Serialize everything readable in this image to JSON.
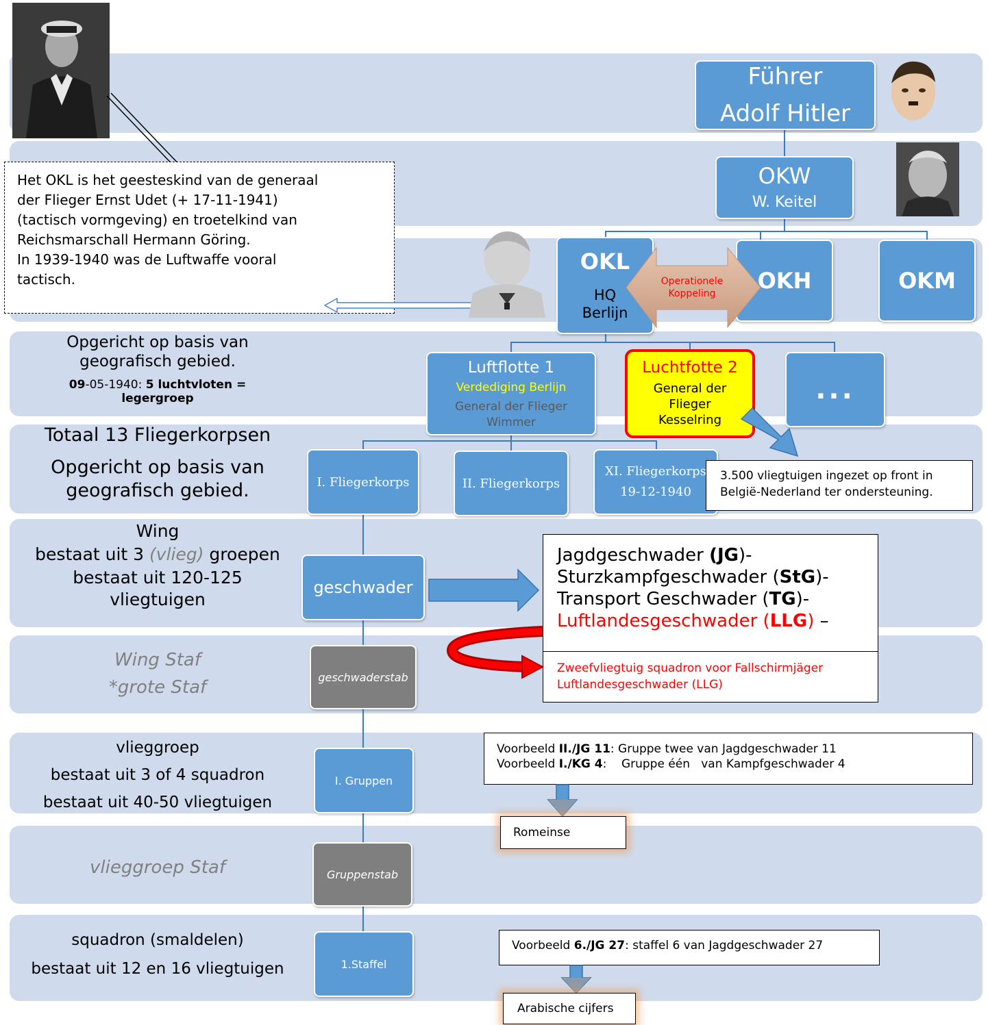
{
  "top": {
    "fuhrer_title": "Führer",
    "fuhrer_name": "Adolf Hitler",
    "okw_title": "OKW",
    "okw_name": "W. Keitel"
  },
  "commands": {
    "okl_title": "OKL",
    "okl_hq": "HQ",
    "okl_city": "Berlijn",
    "okh": "OKH",
    "okm": "OKM",
    "coupling_line1": "Operationele",
    "coupling_line2": "Koppeling"
  },
  "note": {
    "lines": [
      "Het OKL is het geesteskind van de  generaal",
      "der Flieger Ernst Udet (+ 17-11-1941)",
      "(tactisch vormgeving) en troetelkind van",
      "Reichsmarschall Hermann Göring.",
      "In 1939-1940 was de Luftwaffe vooral",
      "tactisch."
    ]
  },
  "left_labels": {
    "luftflotte_line1": "Opgericht op basis van",
    "luftflotte_line2": "geografisch gebied.",
    "luftflotte_date_bold": "09",
    "luftflotte_date_rest": "-05-1940: ",
    "luftflotte_count": "5 luchtvloten =",
    "luftflotte_group": "legergroep",
    "korps_total": "Totaal 13 Fliegerkorpsen",
    "korps_line1": "Opgericht op basis van",
    "korps_line2": "geografisch gebied.",
    "wing": "Wing",
    "wing_groups_a": "bestaat uit 3 ",
    "wing_groups_italic": "(vlieg)",
    "wing_groups_b": " groepen",
    "wing_planes_1": "bestaat uit 120-125",
    "wing_planes_2": "vliegtuigen",
    "wing_staf": "Wing Staf",
    "grote_staf": "*grote Staf",
    "vlieggroep": "vlieggroep",
    "vlieggroep_squadrons": "bestaat uit  3 of 4 squadron",
    "vlieggroep_planes": "bestaat uit 40-50 vliegtuigen",
    "vlieggroep_staf": "vlieggroep Staf",
    "squadron": "squadron (smaldelen)",
    "squadron_planes": "bestaat uit 12 en 16 vliegtuigen"
  },
  "fleets": {
    "lf1_title": "Luftflotte 1",
    "lf1_task": "Verdediging Berlijn",
    "lf1_general": "General der Flieger",
    "lf1_name": "Wimmer",
    "lf2_title": "Luchtfotte 2",
    "lf2_line1": "General der",
    "lf2_line2": "Flieger",
    "lf2_line3": "Kesselring",
    "more": "..."
  },
  "korps": {
    "k1": "I. Fliegerkorps",
    "k2": "II. Fliegerkorps",
    "k3": "XI. Fliegerkorps",
    "k3_date": "19-12-1940"
  },
  "deployed": {
    "line1": "3.500 vliegtuigen ingezet op front in",
    "line2": "België-Nederland ter ondersteuning."
  },
  "units": {
    "geschwader": "geschwader",
    "geschwaderstab": "geschwaderstab",
    "gruppen": "I. Gruppen",
    "gruppenstab": "Gruppenstab",
    "staffel": "1.Staffel"
  },
  "types": {
    "jg_a": "Jagdgeschwader ",
    "jg_b": "(JG",
    "jg_c": ")-",
    "stg_a": "Sturzkampfgeschwader (",
    "stg_b": "StG",
    "stg_c": ")-",
    "tg_a": "Transport Geschwader (",
    "tg_b": "TG",
    "tg_c": ")-",
    "llg_a": "Luftlandesgeschwader (",
    "llg_b": "LLG",
    "llg_c": ") ",
    "llg_d": "–",
    "glider_line1": "Zweefvliegtuig squadron voor Fallschirmjäger",
    "glider_line2": "Luftlandesgeschwader (LLG)"
  },
  "examples": {
    "ex1_a": "Voorbeeld ",
    "ex1_b": "II./JG 11",
    "ex1_c": ": Gruppe twee van Jagdgeschwader 11",
    "ex2_a": "Voorbeeld ",
    "ex2_b": "I./KG 4",
    "ex2_c": ":    Gruppe één   van Kampfgeschwader 4",
    "romeinse": "Romeinse",
    "ex3_a": "Voorbeeld ",
    "ex3_b": "6./JG 27",
    "ex3_c": ": staffel 6 van Jagdgeschwader 27",
    "arabische": "Arabische cijfers"
  },
  "colors": {
    "band": "#cfdbec",
    "box_blue": "#5b9bd5",
    "box_grey": "#7f7f7f",
    "highlight_yellow": "#ffff00",
    "highlight_red": "#ff0000",
    "accent_yellow_text": "#ffff00",
    "muted_text": "#595959"
  }
}
